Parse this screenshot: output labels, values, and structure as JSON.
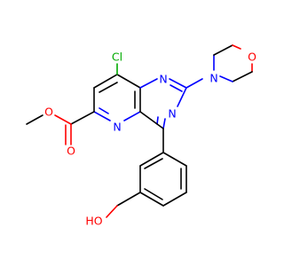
{
  "atoms": {
    "cl": "Cl",
    "n_ring_top": "N",
    "n_ring_mid": "N",
    "n_pyridine": "N",
    "n_morpholine": "N",
    "o_morpholine": "O",
    "o_ester_single": "O",
    "o_ester_double": "O",
    "oh": "HO"
  },
  "colors": {
    "carbon": "#000000",
    "nitrogen": "#0000ff",
    "oxygen": "#ff0000",
    "chlorine": "#00aa00"
  }
}
